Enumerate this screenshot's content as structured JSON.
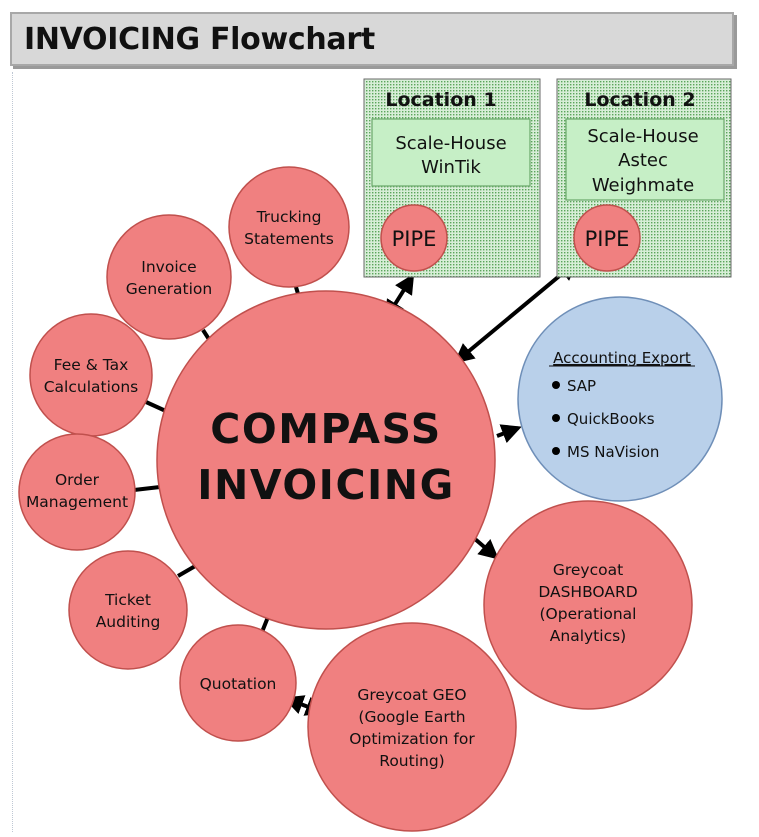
{
  "title": "INVOICING Flowchart",
  "colors": {
    "node_fill": "#f08080",
    "node_stroke": "#c0504d",
    "export_fill": "#b9d0ea",
    "export_stroke": "#6f8fb8",
    "scale_fill": "#c6efc6",
    "location_fill": "#a8d6a8"
  },
  "center": {
    "line1": "COMPASS",
    "line2": "INVOICING"
  },
  "locations": [
    {
      "label": "Location 1",
      "scale_lines": [
        "Scale-House",
        "WinTik"
      ],
      "pipe": "PIPE"
    },
    {
      "label": "Location 2",
      "scale_lines": [
        "Scale-House",
        "Astec",
        "Weighmate"
      ],
      "pipe": "PIPE"
    }
  ],
  "nodes": {
    "trucking": [
      "Trucking",
      "Statements"
    ],
    "invoice": [
      "Invoice",
      "Generation"
    ],
    "fee": [
      "Fee & Tax",
      "Calculations"
    ],
    "order": [
      "Order",
      "Management"
    ],
    "ticket": [
      "Ticket",
      "Auditing"
    ],
    "quotation": [
      "Quotation"
    ],
    "geo": [
      "Greycoat GEO",
      "(Google Earth",
      "Optimization for",
      "Routing)"
    ],
    "dashboard": [
      "Greycoat",
      "DASHBOARD",
      "(Operational",
      "Analytics)"
    ]
  },
  "accounting": {
    "heading": "Accounting Export",
    "items": [
      "SAP",
      "QuickBooks",
      "MS NaVision"
    ]
  }
}
